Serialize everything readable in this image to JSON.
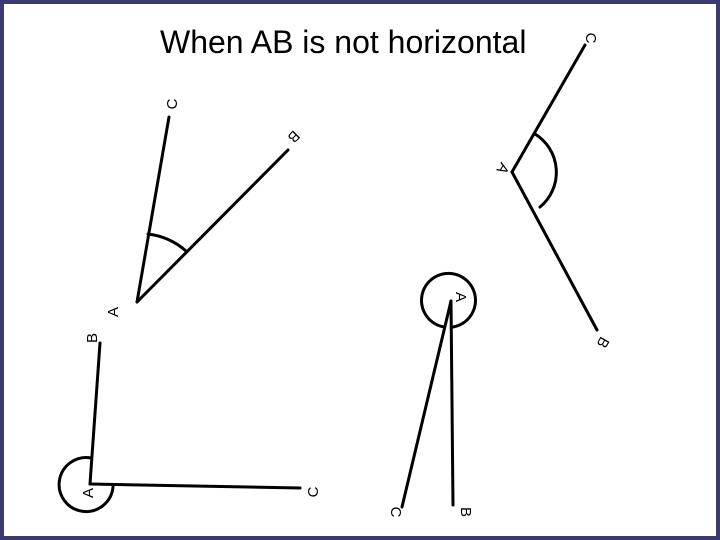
{
  "slide": {
    "title": "When AB is not horizontal"
  },
  "diagrams": [
    {
      "name": "angle-1",
      "vertex": "A",
      "arm_1": "B",
      "arm_2": "C"
    },
    {
      "name": "angle-2",
      "vertex": "A",
      "arm_1": "B",
      "arm_2": "C"
    },
    {
      "name": "angle-3",
      "vertex": "A",
      "arm_1": "B",
      "arm_2": "C"
    },
    {
      "name": "angle-4",
      "vertex": "A",
      "arm_1": "B",
      "arm_2": "C"
    }
  ]
}
